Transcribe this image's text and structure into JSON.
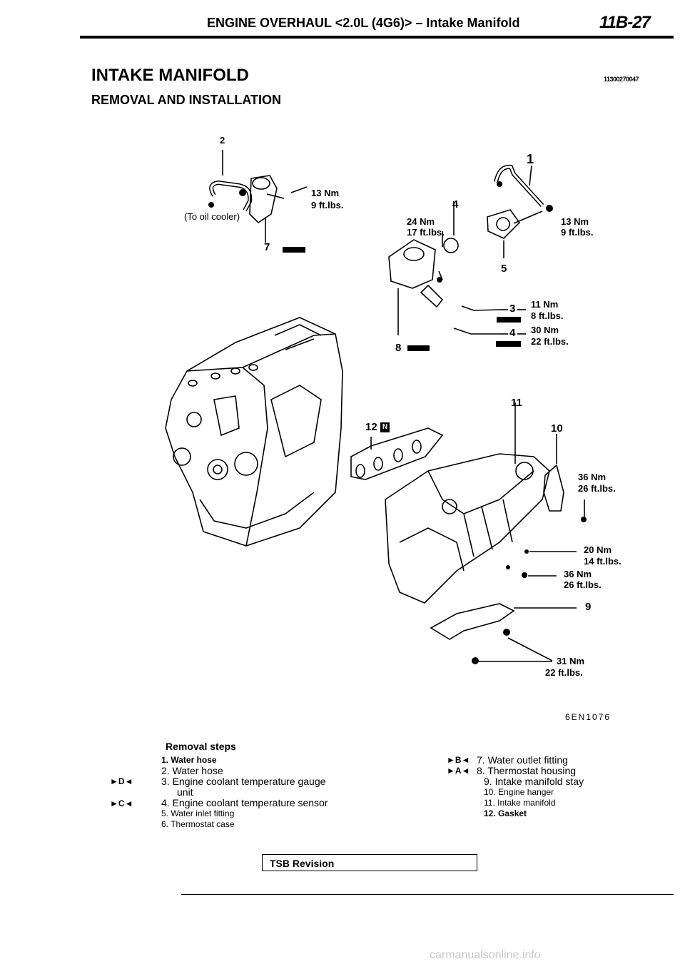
{
  "header": {
    "title": "ENGINE OVERHAUL <2.0L (4G6)> – Intake Manifold",
    "page_no": "11B-27"
  },
  "heading": "INTAKE MANIFOLD",
  "subheading": "REMOVAL AND INSTALLATION",
  "doc_code": "11300270047",
  "diagram": {
    "labels": {
      "p1": "1",
      "p2": "2",
      "p3": "3",
      "p4a": "4",
      "p4b": "4",
      "p5": "5",
      "p7": "7",
      "p8": "8",
      "p9": "9",
      "p10": "10",
      "p11": "11",
      "p12": "12",
      "t_13nm_a": "13 Nm",
      "t_9ft_a": "9 ft.lbs.",
      "oil_cooler": "(To oil cooler)",
      "t_24nm": "24 Nm",
      "t_17ft": "17 ft.lbs.",
      "t_13nm_b": "13 Nm",
      "t_9ft_b": "9 ft.lbs.",
      "t_11nm": "11 Nm",
      "t_8ft": "8 ft.lbs.",
      "t_30nm": "30 Nm",
      "t_22ft_a": "22 ft.lbs.",
      "t_36nm_a": "36 Nm",
      "t_26ft_a": "26 ft.lbs.",
      "t_20nm": "20 Nm",
      "t_14ft": "14 ft.lbs.",
      "t_36nm_b": "36 Nm",
      "t_26ft_b": "26 ft.lbs.",
      "t_31nm": "31 Nm",
      "t_22ft_b": "22 ft.lbs.",
      "fig_code": "6EN1076",
      "gasket_mark": "N"
    }
  },
  "removal": {
    "title": "Removal steps",
    "left": [
      {
        "n": "1.",
        "text": "Water hose",
        "badge": ""
      },
      {
        "n": "2.",
        "text": "Water hose",
        "badge": ""
      },
      {
        "n": "3.",
        "text": "Engine coolant temperature gauge",
        "badge": "D"
      },
      {
        "n": "",
        "text": "unit",
        "badge": ""
      },
      {
        "n": "4.",
        "text": "Engine coolant temperature sensor",
        "badge": "C"
      },
      {
        "n": "5.",
        "text": "Water inlet fitting",
        "badge": ""
      },
      {
        "n": "6.",
        "text": "Thermostat case",
        "badge": ""
      }
    ],
    "right": [
      {
        "n": "7.",
        "text": "Water outlet fitting",
        "badge": "B"
      },
      {
        "n": "8.",
        "text": "Thermostat housing",
        "badge": "A"
      },
      {
        "n": "9.",
        "text": "Intake manifold stay",
        "badge": ""
      },
      {
        "n": "10.",
        "text": "Engine hanger",
        "badge": ""
      },
      {
        "n": "11.",
        "text": "Intake manifold",
        "badge": ""
      },
      {
        "n": "12.",
        "text": "Gasket",
        "badge": ""
      }
    ]
  },
  "tsb": "TSB Revision",
  "footer": "carmanualsonline.info"
}
